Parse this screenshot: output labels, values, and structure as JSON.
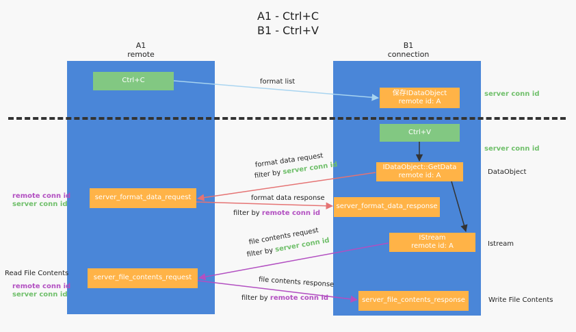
{
  "title": {
    "line1": "A1 - Ctrl+C",
    "line2": "B1 - Ctrl+V"
  },
  "columns": {
    "a1": {
      "name": "A1",
      "role": "remote"
    },
    "b1": {
      "name": "B1",
      "role": "connection"
    }
  },
  "boxes": {
    "ctrl_c": "Ctrl+C",
    "idataobject_line1": "保存IDataObject",
    "idataobject_line2": "remote id: A",
    "ctrl_v": "Ctrl+V",
    "getdata_line1": "IDataObject::GetData",
    "getdata_line2": "remote id: A",
    "server_format_data_request": "server_format_data_request",
    "server_format_data_response": "server_format_data_response",
    "istream_line1": "IStream",
    "istream_line2": "remote id: A",
    "server_file_contents_request": "server_file_contents_request",
    "server_file_contents_response": "server_file_contents_response"
  },
  "labels": {
    "format_list": "format list",
    "format_data_request": "format data request",
    "format_data_response": "format data response",
    "file_contents_request": "file contents request",
    "file_contents_response": "file contents response",
    "filter_by": "filter by",
    "server_conn_id": "server conn id",
    "remote_conn_id": "remote conn id"
  },
  "side_labels": {
    "data_object": "DataObject",
    "istream": "Istream",
    "read_file_contents": "Read File Contents",
    "write_file_contents": "Write File Contents"
  },
  "colors": {
    "column": "#4a86d8",
    "green_box": "#82c882",
    "orange_box": "#ffb347",
    "server_conn_text": "#6fbf6a",
    "remote_conn_text": "#b24fc1",
    "arrow_light_blue": "#a8d4f0",
    "arrow_red": "#e57373",
    "arrow_purple": "#b24fc1",
    "arrow_dark": "#333333"
  }
}
